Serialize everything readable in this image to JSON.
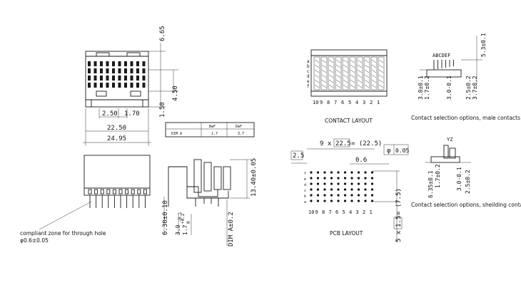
{
  "front_view": {
    "dim_top_height": "6.65",
    "dim_mid_height": "4.50",
    "dim_low_height": "1.50",
    "dim_pitch_a": "2.50",
    "dim_pitch_b": "1.70",
    "dim_row_span": "22.50",
    "dim_overall_width": "24.95"
  },
  "dim_table": {
    "col_headers": [
      "B⊕F",
      "D⊕F"
    ],
    "row_label": "DIM A",
    "values": [
      "1.7",
      "3.7"
    ]
  },
  "side_view": {
    "dim_height_total": "13.40±0.05",
    "dim_pin_length": "6.30±0.10",
    "dim_a": "3.9",
    "dim_a_tol": "-0.1",
    "dim_b": "1.7",
    "dim_b_tol": "+0.2",
    "dim_b_tol2": "0",
    "dim_ref": "DIM A±0.2"
  },
  "note": {
    "line1": "compliant zone for through hole",
    "line2": "φ0.6±0.05"
  },
  "contact_layout": {
    "caption": "CONTACT LAYOUT",
    "row_letters": [
      "a",
      "b",
      "c",
      "d",
      "e",
      "f"
    ],
    "column_numbers": [
      "10",
      "9",
      "8",
      "7",
      "6",
      "5",
      "4",
      "3",
      "2",
      "1"
    ]
  },
  "pcb_layout": {
    "caption": "PCB LAYOUT",
    "dim_pitch_count": "9 x",
    "dim_pitch_box": "22.5",
    "dim_pitch_total": "= (22.5)",
    "dim_flatness_symbol": "φ",
    "dim_flatness": "0.05",
    "dim_left_offset": "2.5",
    "dim_hole": "0.6",
    "dim_row_count": "5 x",
    "dim_row_box": "1.5",
    "dim_row_total": "= (7.5)",
    "row_letters": [
      "f",
      "e",
      "d",
      "c",
      "b",
      "a"
    ],
    "column_numbers": [
      "10",
      "9",
      "8",
      "7",
      "6",
      "5",
      "4",
      "3",
      "2",
      "1"
    ]
  },
  "male_contacts": {
    "caption": "Contact selection options, male contacts",
    "letters": "ABCDEF",
    "dim_top": "5.3±0.1",
    "dim_left_a": "3.8±0.1",
    "dim_left_b": "1.7±0.2",
    "dim_mid": "3.0-0.1",
    "dim_right_a": "2.5±0.2",
    "dim_right_b": "3.7±0.2"
  },
  "shield_contacts": {
    "caption": "Contact selection options, sheilding contacts",
    "letters": "YZ",
    "dim_left_a": "6.35±0.1",
    "dim_left_b": "1.7±0.2",
    "dim_mid": "3.0-0.1",
    "dim_right": "2.5±0.2"
  }
}
